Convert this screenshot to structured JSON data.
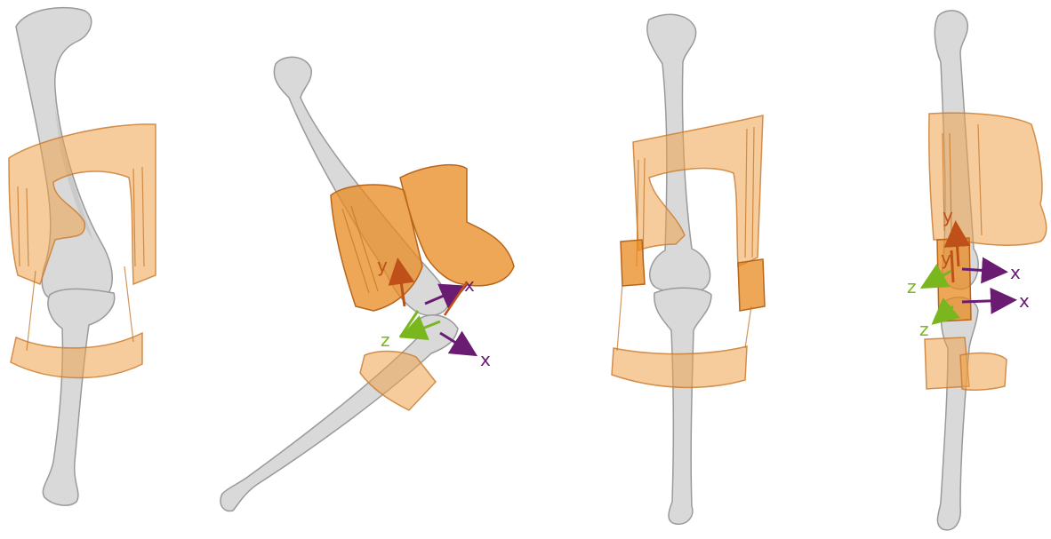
{
  "colors": {
    "bone": "#d9d9d9",
    "brace": "#f0a24a",
    "axis_y": "#c0501a",
    "axis_x": "#6a1b72",
    "axis_z": "#7ab61e"
  },
  "panels": [
    {
      "id": "front-oblique",
      "axes": []
    },
    {
      "id": "flexed-side",
      "axes": [
        {
          "label": "y"
        },
        {
          "label": "x"
        },
        {
          "label": "z"
        },
        {
          "label": "x"
        }
      ]
    },
    {
      "id": "front",
      "axes": []
    },
    {
      "id": "side",
      "axes": [
        {
          "label": "y"
        },
        {
          "label": "y"
        },
        {
          "label": "x"
        },
        {
          "label": "z"
        },
        {
          "label": "x"
        },
        {
          "label": "z"
        }
      ]
    }
  ]
}
